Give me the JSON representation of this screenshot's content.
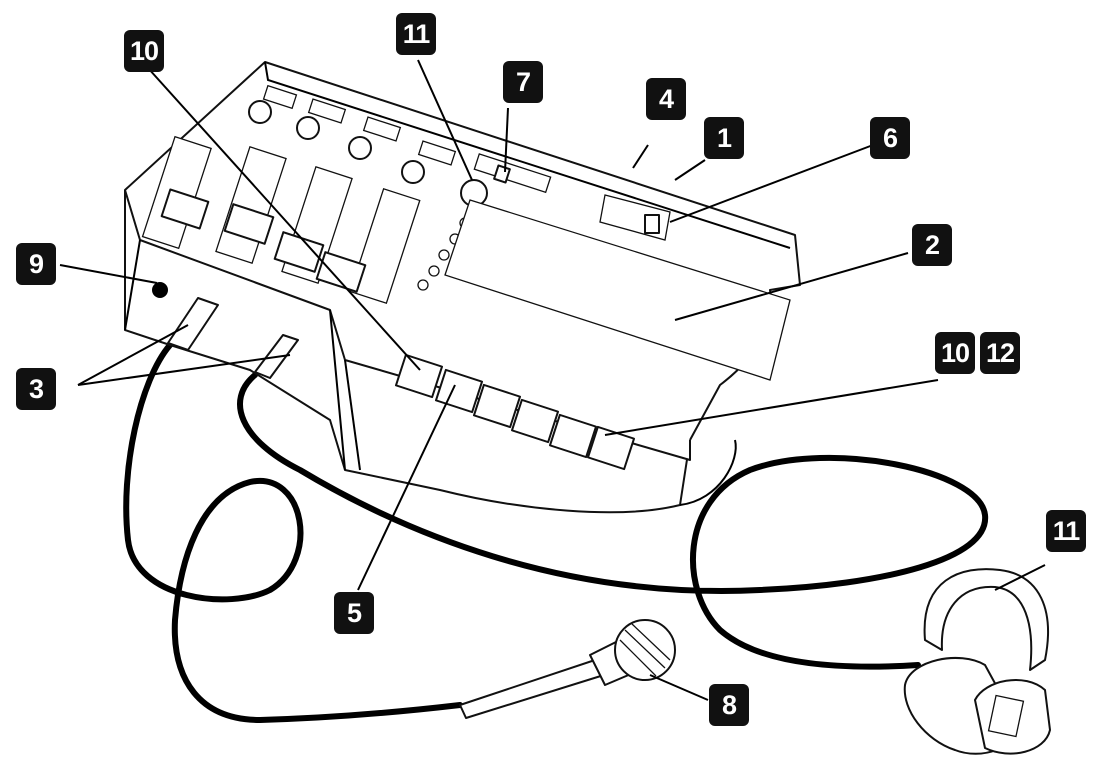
{
  "callouts": {
    "c1": "1",
    "c2": "2",
    "c3": "3",
    "c4": "4",
    "c5": "5",
    "c6": "6",
    "c7": "7",
    "c8": "8",
    "c9": "9",
    "c10_top": "10",
    "c10_right": "10",
    "c11_top": "11",
    "c11_right": "11",
    "c12": "12"
  }
}
